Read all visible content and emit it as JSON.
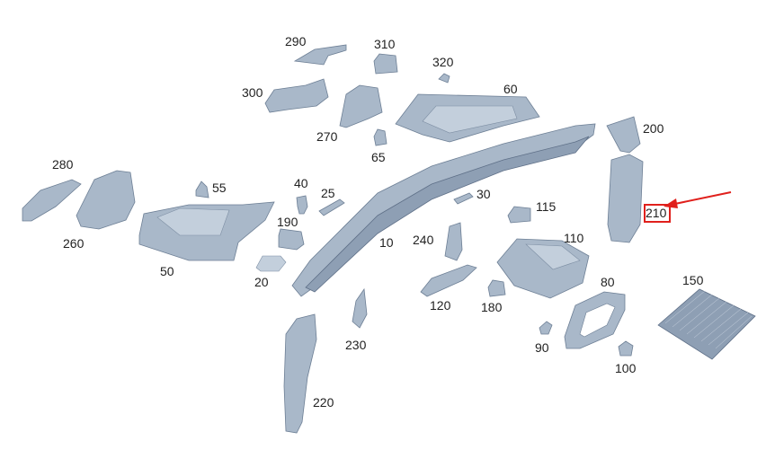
{
  "labels": {
    "l10": "10",
    "l20": "20",
    "l25": "25",
    "l30": "30",
    "l40": "40",
    "l50": "50",
    "l55": "55",
    "l60": "60",
    "l65": "65",
    "l80": "80",
    "l90": "90",
    "l100": "100",
    "l110": "110",
    "l115": "115",
    "l120": "120",
    "l150": "150",
    "l180": "180",
    "l190": "190",
    "l200": "200",
    "l210": "210",
    "l220": "220",
    "l230": "230",
    "l240": "240",
    "l260": "260",
    "l270": "270",
    "l280": "280",
    "l290": "290",
    "l300": "300",
    "l310": "310",
    "l320": "320"
  },
  "colors": {
    "part_fill": "#a9b8c9",
    "highlight": "#e0201c"
  }
}
